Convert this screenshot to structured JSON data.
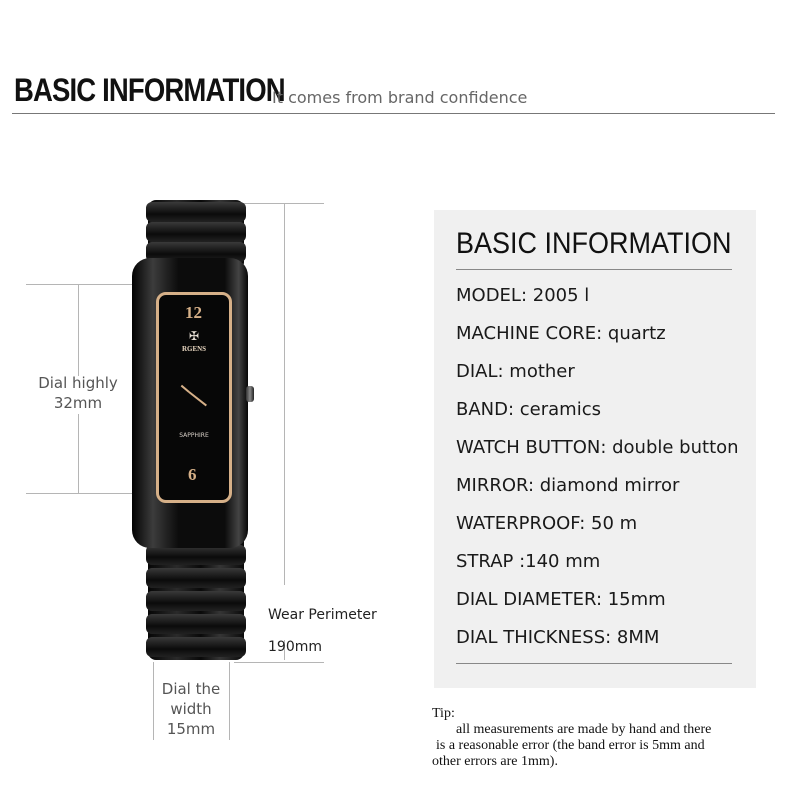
{
  "header": {
    "title": "BASIC INFORMATION",
    "subtitle": "It comes from brand confidence"
  },
  "dimensions": {
    "dial_height_label": "Dial highly",
    "dial_height_value": "32mm",
    "wear_perimeter_label": "Wear Perimeter",
    "wear_perimeter_value": "190mm",
    "dial_width_label_1": "Dial the",
    "dial_width_label_2": "width",
    "dial_width_value": "15mm"
  },
  "watch": {
    "brand": "RGENS",
    "crystal": "SAPPHIRE",
    "numeral_top": "12",
    "numeral_bottom": "6"
  },
  "card": {
    "title": "BASIC INFORMATION",
    "specs": [
      "MODEL: 2005 l",
      "MACHINE CORE: quartz",
      "DIAL: mother",
      "BAND: ceramics",
      "WATCH BUTTON: double button",
      "MIRROR: diamond mirror",
      "WATERPROOF: 50 m",
      "STRAP :140 mm",
      "DIAL DIAMETER: 15mm",
      "DIAL THICKNESS: 8MM"
    ]
  },
  "tip": {
    "heading": "Tip:",
    "line1": "all measurements are made by hand and there",
    "line2": "is a reasonable error (the band error is 5mm and",
    "line3": "other errors are 1mm)."
  }
}
